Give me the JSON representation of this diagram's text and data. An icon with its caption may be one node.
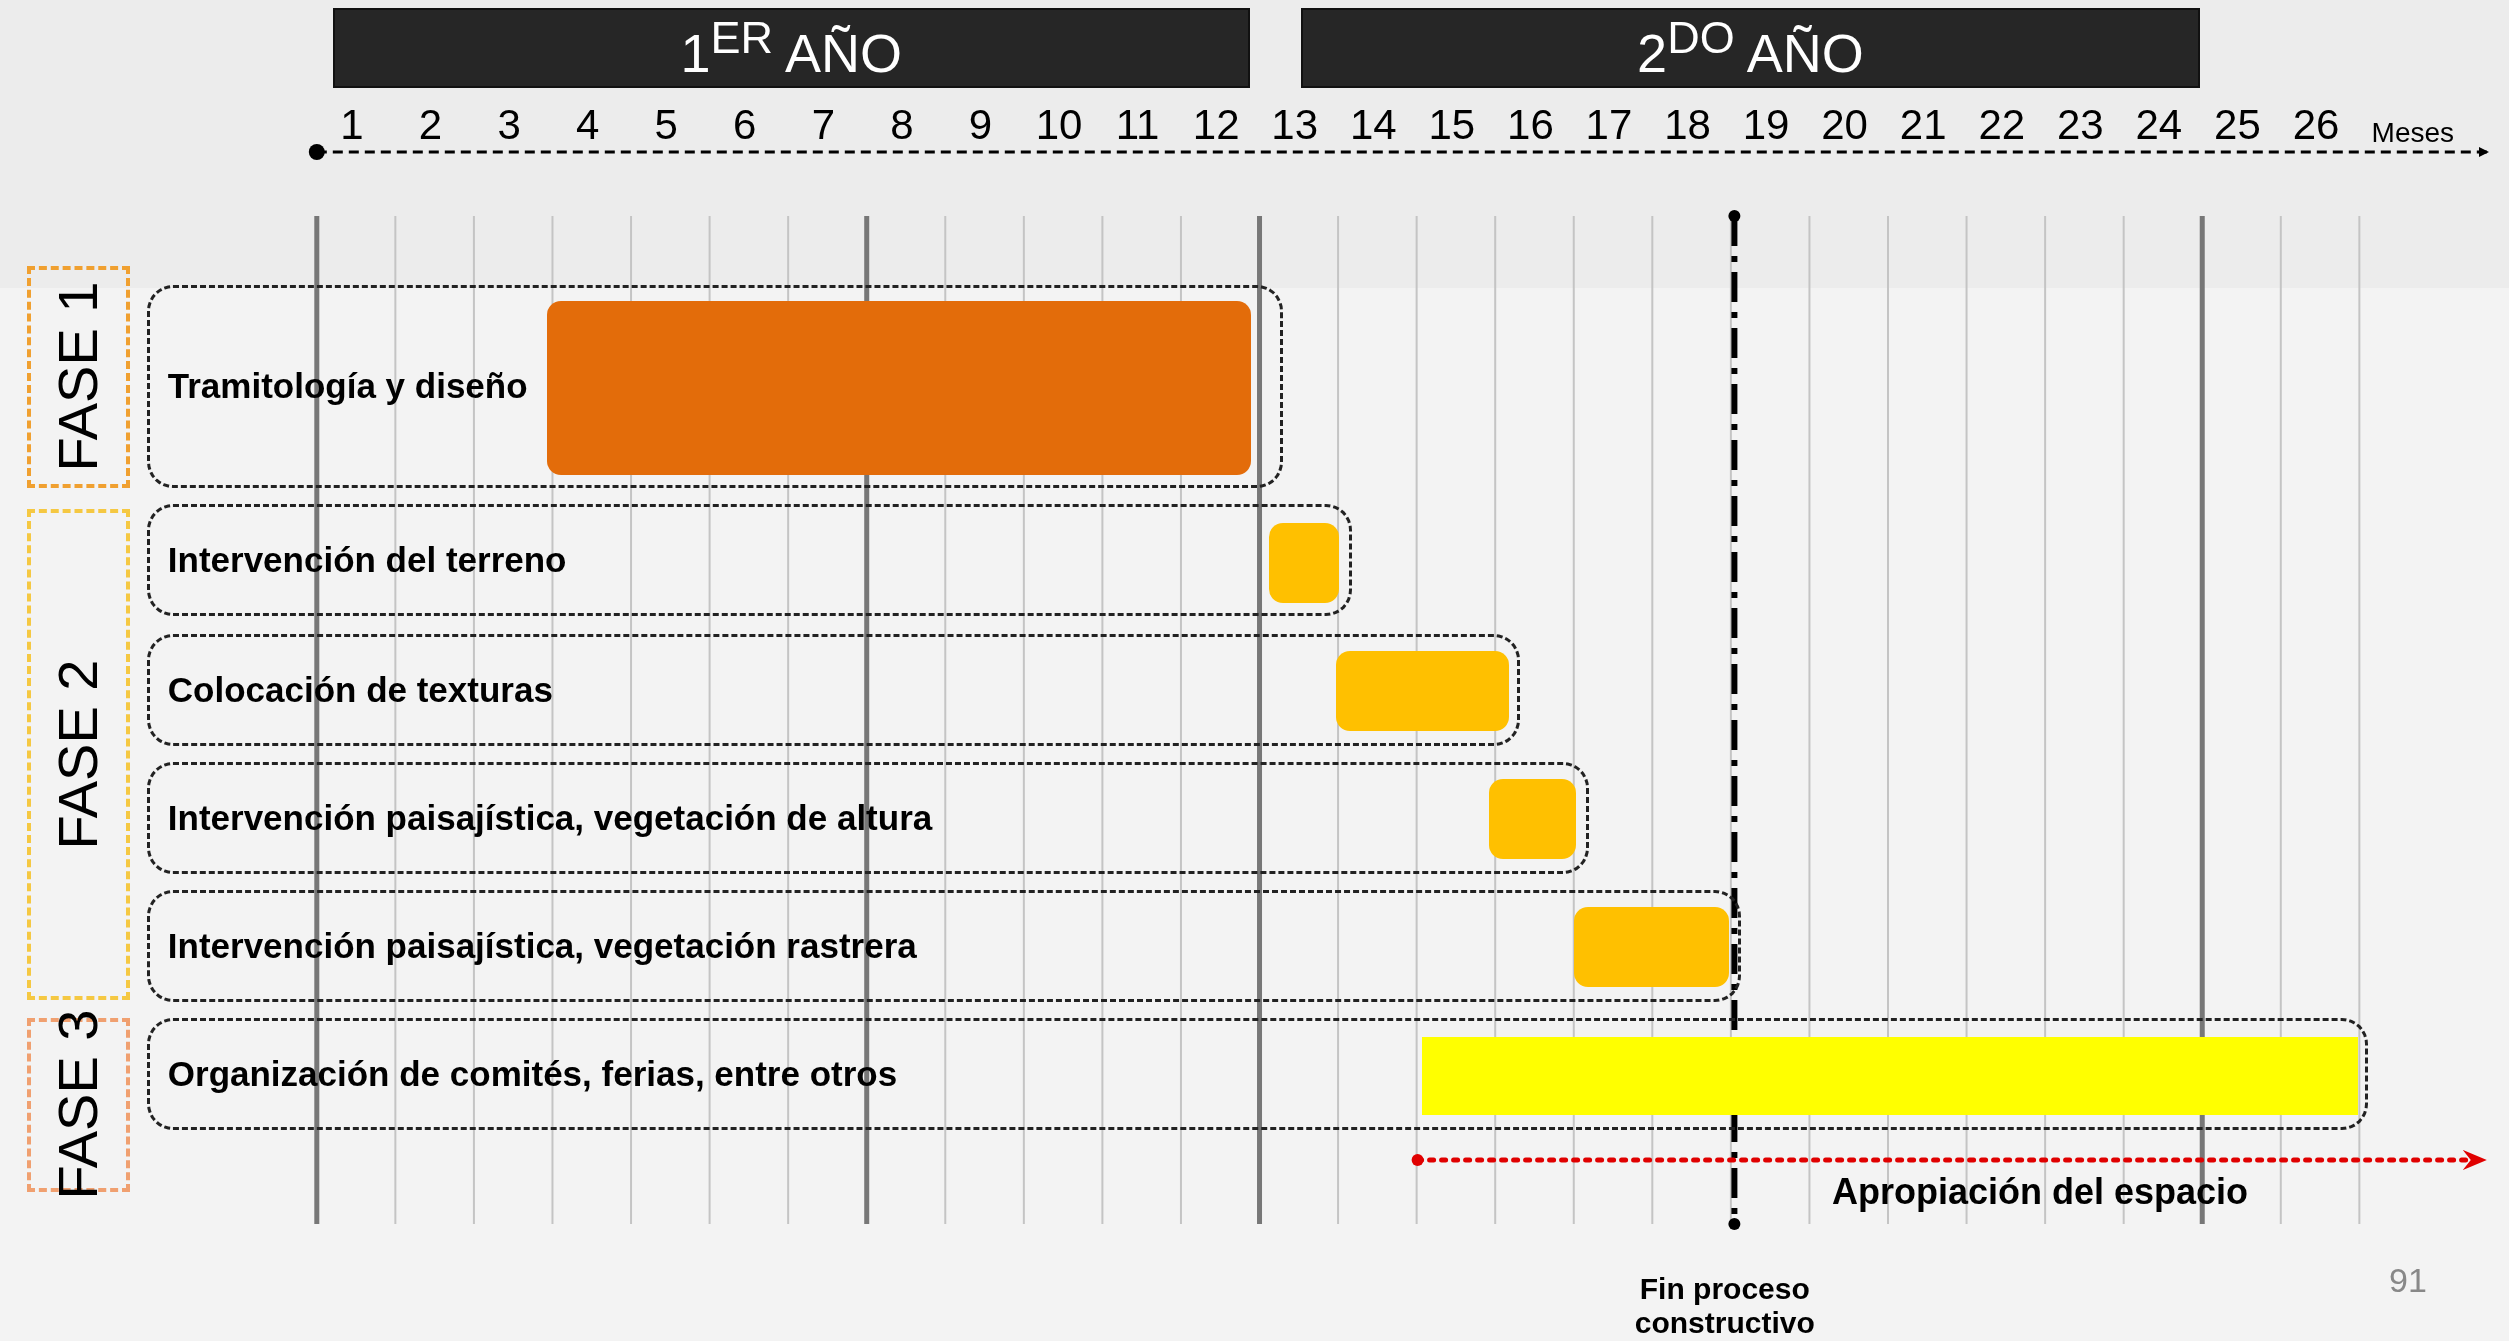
{
  "diagram": {
    "nodes": [
      {
        "text": [
          "1$^{ER}$ AÑO"
        ]
      },
      {
        "text": [
          "2$^{DO}$ AÑO"
        ]
      },
      {
        "text": [
          "FASE 1"
        ]
      },
      {
        "text": [
          "FASE 2"
        ]
      },
      {
        "text": [
          "FASE 3"
        ]
      },
      {
        "text": [
          "Tramitología y diseño"
        ]
      },
      {
        "text": [
          "Intervención del terreno"
        ]
      },
      {
        "text": [
          "Colocación de texturas"
        ]
      },
      {
        "text": [
          "Intervención paisajística, vegetación de altura"
        ]
      },
      {
        "text": [
          "Intervención paisajística, vegetación rastrera"
        ]
      },
      {
        "text": [
          "Organización de comités, ferias, entre otros"
        ]
      },
      {
        "text": [],
        "shape": "bar",
        "in": 5
      },
      {
        "text": [],
        "shape": "bar",
        "in": 6
      },
      {
        "text": [],
        "shape": "bar",
        "in": 7
      },
      {
        "text": [],
        "shape": "bar",
        "in": 8
      },
      {
        "text": [],
        "shape": "bar",
        "in": 9
      },
      {
        "text": [],
        "shape": "bar",
        "in": 10
      }
    ],
    "edges": [],
    "labels": [
      "1",
      "2",
      "3",
      "4",
      "5",
      "6",
      "7",
      "8",
      "9",
      "10",
      "11",
      "12",
      "13",
      "14",
      "15",
      "16",
      "17",
      "18",
      "19",
      "20",
      "21",
      "22",
      "23",
      "24",
      "25",
      "26",
      "Meses",
      "Apropiación del espacio",
      "Fin proceso constructivo",
      "91"
    ]
  }
}
